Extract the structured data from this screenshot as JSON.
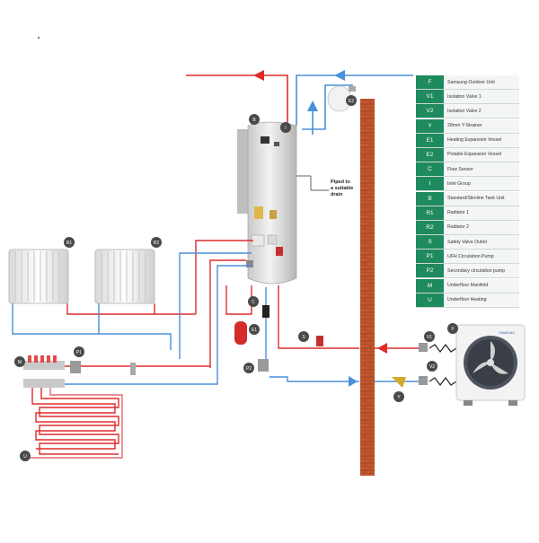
{
  "note": {
    "line1": "Piped to",
    "line2": "a suitable",
    "line3": "drain"
  },
  "legend": [
    {
      "code": "F",
      "label": "Samsung Outdoor Unit"
    },
    {
      "code": "V1",
      "label": "Isolation Valve 1"
    },
    {
      "code": "V2",
      "label": "Isolation Valve 2"
    },
    {
      "code": "Y",
      "label": "28mm Y-Strainer"
    },
    {
      "code": "E1",
      "label": "Heating Expansion Vessel"
    },
    {
      "code": "E2",
      "label": "Potable Expansion Vessel"
    },
    {
      "code": "C",
      "label": "Flow Sensor"
    },
    {
      "code": "I",
      "label": "Inlet Group"
    },
    {
      "code": "B",
      "label": "Standard/Slimline Tank Unit"
    },
    {
      "code": "R1",
      "label": "Radiator 1"
    },
    {
      "code": "R2",
      "label": "Radiator 2"
    },
    {
      "code": "S",
      "label": "Safety Valve Outlet"
    },
    {
      "code": "P1",
      "label": "UFH Circulation Pump"
    },
    {
      "code": "P2",
      "label": "Secondary circulation pump"
    },
    {
      "code": "M",
      "label": "Underfloor Manifold"
    },
    {
      "code": "U",
      "label": "Underfloor Heating"
    }
  ],
  "markers": {
    "B": "B",
    "I": "I",
    "E2": "E2",
    "C": "C",
    "E1": "E1",
    "S": "S",
    "P2": "P2",
    "Y": "Y",
    "V1": "V1",
    "V2": "V2",
    "F": "F",
    "R1": "R1",
    "R2": "R2",
    "P1": "P1",
    "M": "M",
    "U": "U"
  },
  "brand_text": "SAMSUNG",
  "colors": {
    "hot_pipe": "#e02b2b",
    "cold_pipe": "#4a90d9",
    "legend_green": "#1e8a5e",
    "brick": "#c0532e",
    "marker": "#4a4a4a"
  }
}
